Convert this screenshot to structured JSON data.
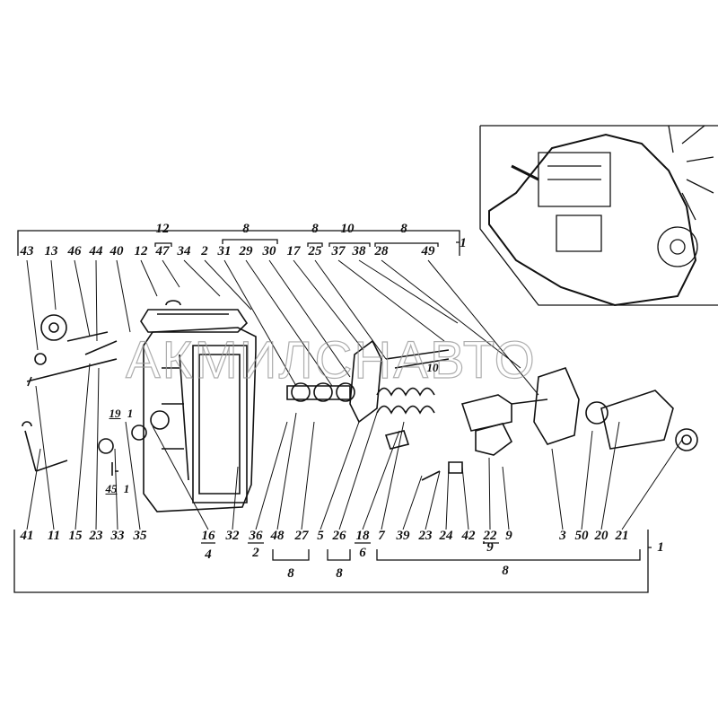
{
  "watermark": "АКМИЛСНАВТО",
  "assembly_label": "1",
  "top_row": [
    "43",
    "13",
    "46",
    "44",
    "40",
    "12",
    "47",
    "34",
    "2",
    "31",
    "29",
    "30",
    "17",
    "25",
    "37",
    "38",
    "28",
    "49"
  ],
  "top_groups": [
    "12",
    "8",
    "8",
    "10",
    "8"
  ],
  "bottom_row": [
    "41",
    "11",
    "15",
    "23",
    "33",
    "35",
    "16",
    "32",
    "36",
    "48",
    "27",
    "5",
    "26",
    "18",
    "7",
    "39",
    "23",
    "24",
    "42",
    "22",
    "9",
    "3",
    "50",
    "20",
    "21"
  ],
  "bottom_sub": [
    "4",
    "2",
    "6",
    "9"
  ],
  "bottom_groups": [
    "8",
    "8",
    "8"
  ],
  "inline": {
    "p10": "10",
    "p19": "19",
    "p19b": "1",
    "p45": "45",
    "p45b": "1"
  }
}
